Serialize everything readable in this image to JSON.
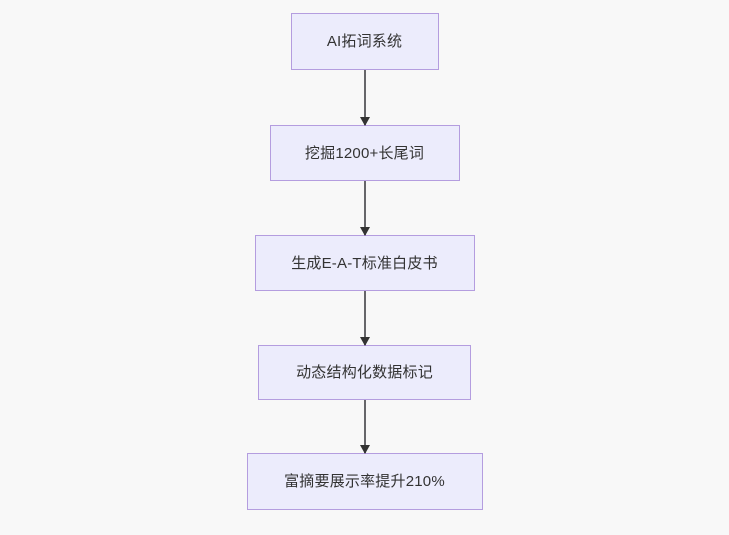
{
  "diagram": {
    "type": "flowchart",
    "direction": "top-to-bottom",
    "background_color": "#f8f8f8",
    "node_fill_color": "#ececfc",
    "node_border_color": "#b49ddf",
    "node_text_color": "#333333",
    "edge_color": "#66666a",
    "arrowhead_color": "#333333",
    "nodes": [
      {
        "id": "node-0",
        "label": "AI拓词系统"
      },
      {
        "id": "node-1",
        "label": "挖掘1200+长尾词"
      },
      {
        "id": "node-2",
        "label": "生成E-A-T标准白皮书"
      },
      {
        "id": "node-3",
        "label": "动态结构化数据标记"
      },
      {
        "id": "node-4",
        "label": "富摘要展示率提升210%"
      }
    ],
    "edges": [
      {
        "id": "edge-0",
        "from": "node-0",
        "to": "node-1",
        "arrow": "down-arrow"
      },
      {
        "id": "edge-1",
        "from": "node-1",
        "to": "node-2",
        "arrow": "down-arrow"
      },
      {
        "id": "edge-2",
        "from": "node-2",
        "to": "node-3",
        "arrow": "down-arrow"
      },
      {
        "id": "edge-3",
        "from": "node-3",
        "to": "node-4",
        "arrow": "down-arrow"
      }
    ]
  }
}
